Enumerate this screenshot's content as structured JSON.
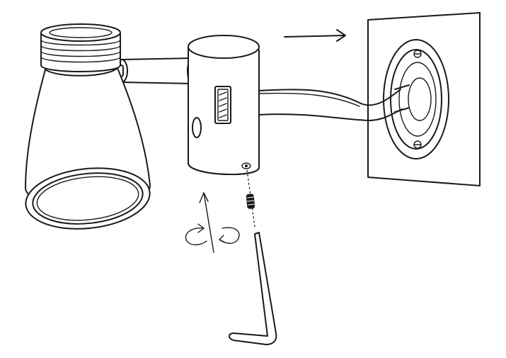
{
  "diagram": {
    "type": "installation-illustration",
    "style": "black line art on white background",
    "line_color": "#1a1a1a",
    "background_color": "#ffffff",
    "components": [
      "spotlight-head",
      "swivel-arm",
      "wall-mount-base",
      "rocker-switch",
      "wall-plate",
      "mounting-bracket",
      "supply-wires",
      "grub-screw",
      "allen-key"
    ],
    "indicators": [
      "push-direction-arrow",
      "upward-slide-arrow",
      "rotation-arrows"
    ],
    "text_labels": []
  }
}
